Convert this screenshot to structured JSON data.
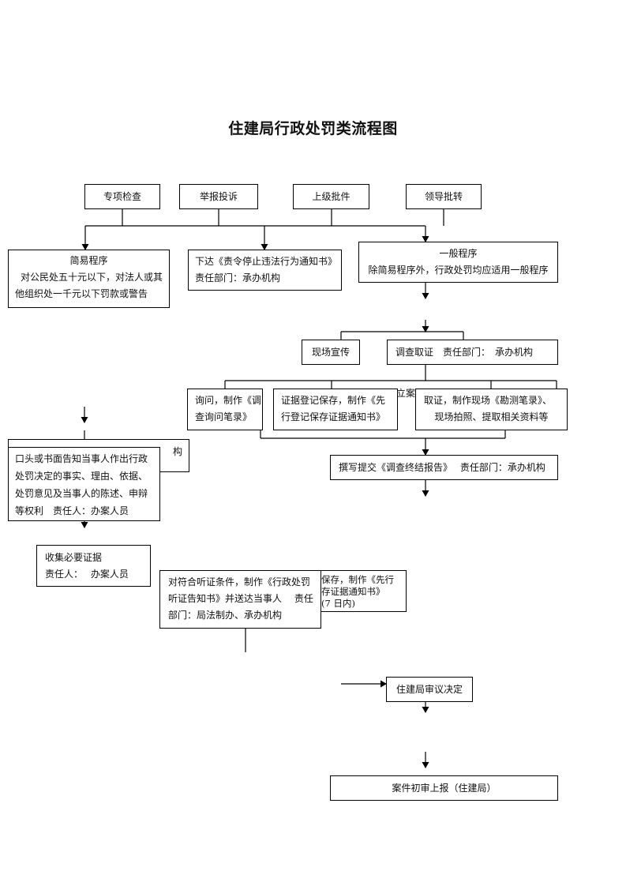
{
  "title": "住建局行政处罚类流程图",
  "sources": {
    "inspection": "专项检查",
    "report": "举报投诉",
    "superior": "上级批件",
    "leader": "领导批转"
  },
  "simple": {
    "heading": "简易程序",
    "line1": "对公民处五十元以下，对法人或其",
    "line2": "他组织处一千元以下罚款或警告"
  },
  "order": {
    "line1": "下达《责令停止违法行为通知书》",
    "line2": "责任部门：承办机构"
  },
  "general": {
    "heading": "一般程序",
    "line1": "除简易程序外，行政处罚均应适用一般程序"
  },
  "publicity": "现场宣传",
  "investigate": "调查取证　责任部门：　承办机构",
  "hidden_case": "立案",
  "inquiry": {
    "line1": "询问，制作《调",
    "line2": "查询问笔录》"
  },
  "evidence": {
    "line1": "证据登记保存，制作《先",
    "line2": "行登记保存证据通知书》"
  },
  "survey": {
    "line1": "取证，制作现场《勘测笔录》、",
    "line2": "现场拍照、提取相关资料等"
  },
  "hidden_org": "构",
  "notify": {
    "line1": "口头或书面告知当事人作出行政",
    "line2": "处罚决定的事实、理由、依据、",
    "line3": "处罚意见及当事人的陈述、申辩",
    "line4": "等权利　责任人：办案人员"
  },
  "report_final": "撰写提交《调查终结报告》　 责任部门：承办机构",
  "collect": {
    "line1": "收集必要证据",
    "line2": "责任人：　 办案人员"
  },
  "hearing": {
    "line1": "对符合听证条件，制作《行政处罚",
    "line2": "听证告知书》并送达当事人　 责任",
    "line3": "部门：局法制办、承办机构"
  },
  "hidden_keep": {
    "line1": "保存，制作《先行",
    "line2": "存证据通知书》",
    "line3": "(7 日内)"
  },
  "review": "住建局审议决定",
  "final": "案件初审上报（住建局）"
}
